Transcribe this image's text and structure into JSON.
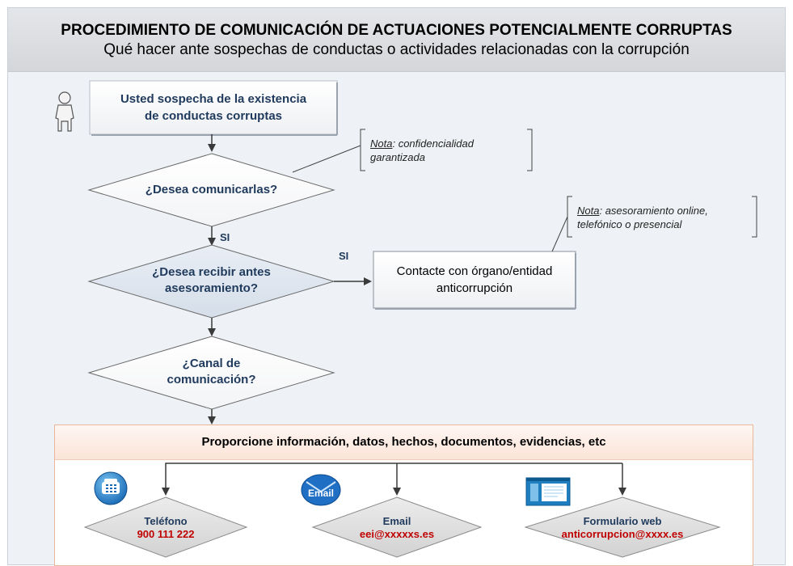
{
  "header": {
    "title": "PROCEDIMIENTO DE COMUNICACIÓN  DE ACTUACIONES POTENCIALMENTE CORRUPTAS",
    "subtitle": "Qué hacer ante sospechas de conductas o actividades relacionadas con la corrupción"
  },
  "flow": {
    "start_line1": "Usted sospecha de la existencia",
    "start_line2": "de conductas corruptas",
    "q1": "¿Desea comunicarlas?",
    "q1_yes": "SI",
    "q2_line1": "¿Desea recibir antes",
    "q2_line2": "asesoramiento?",
    "q2_yes": "SI",
    "contact_line1": "Contacte con órgano/entidad",
    "contact_line2": "anticorrupción",
    "q3_line1": "¿Canal de",
    "q3_line2": "comunicación?"
  },
  "notes": {
    "note1_label": "Nota",
    "note1_line1": ": confidencialidad",
    "note1_line2": "garantizada",
    "note2_label": "Nota",
    "note2_line1": ": asesoramiento online,",
    "note2_line2": "telefónico o presencial"
  },
  "panel": {
    "title": "Proporcione información, datos, hechos, documentos, evidencias, etc"
  },
  "channels": [
    {
      "label": "Teléfono",
      "value": "900 111 222",
      "icon": "phone-icon"
    },
    {
      "label": "Email",
      "value": "eei@xxxxxs.es",
      "icon": "email-icon",
      "icon_text": "Email"
    },
    {
      "label": "Formulario web",
      "value": "anticorrupcion@xxxx.es",
      "icon": "web-form-icon"
    }
  ],
  "colors": {
    "accent_dark": "#1f3a5c",
    "value_red": "#c00000",
    "arrow": "#3a3a3a",
    "panel_border": "#e9b79a"
  }
}
